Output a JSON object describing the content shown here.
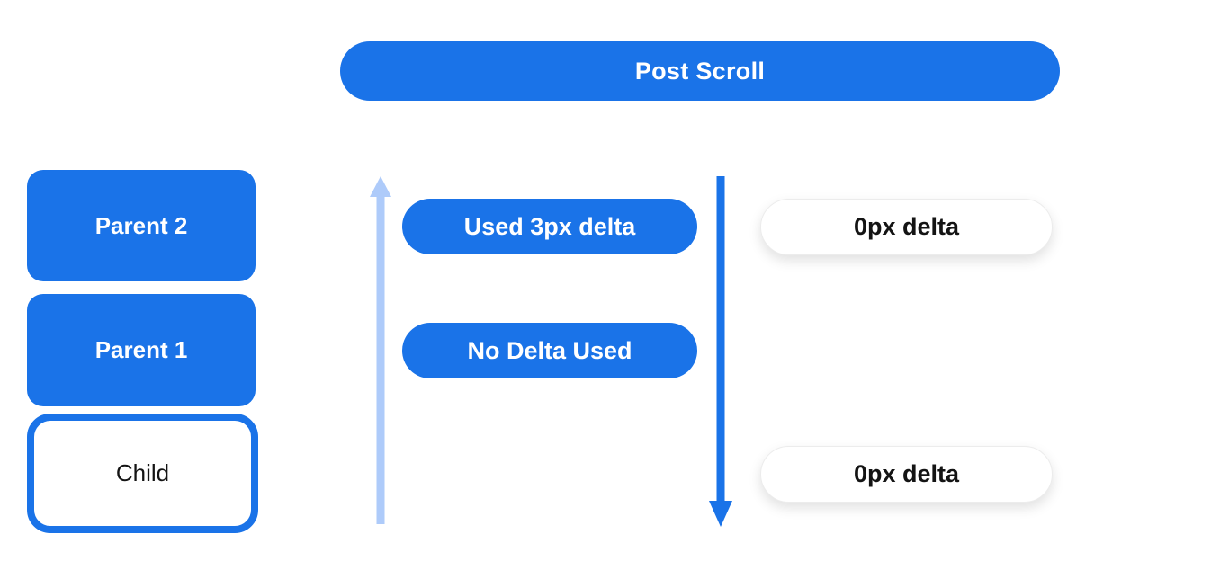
{
  "title": "Post Scroll",
  "colors": {
    "blue": "#1a73e8",
    "light_blue": "#aecbfa",
    "text_dark": "#141414",
    "white_pill_border": "#ececec"
  },
  "banner": {
    "label": "Post Scroll"
  },
  "nodes": {
    "parent2": {
      "label": "Parent 2"
    },
    "parent1": {
      "label": "Parent 1"
    },
    "child": {
      "label": "Child"
    }
  },
  "deltas": {
    "used_delta": {
      "label": "Used 3px delta"
    },
    "no_delta": {
      "label": "No Delta Used"
    },
    "zero_delta_top": {
      "label": "0px delta"
    },
    "zero_delta_bottom": {
      "label": "0px delta"
    }
  },
  "icons": {
    "scroll_up_arrow": "light-blue upward arrow (unconsumed scroll direction)",
    "scroll_down_arrow": "blue downward arrow (scroll pass direction)"
  }
}
